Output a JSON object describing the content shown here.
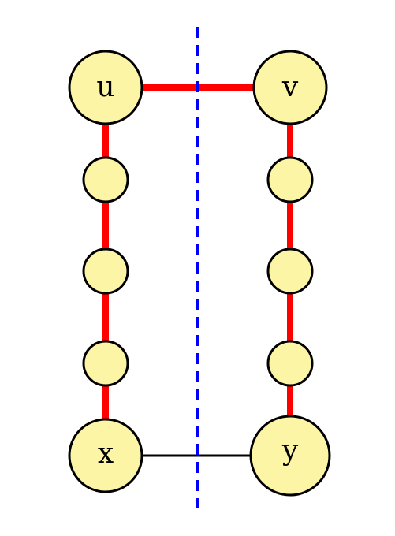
{
  "colors": {
    "background": "#ffffff",
    "node_fill": "#fdf5a6",
    "node_stroke": "#000000",
    "path_edge": "#ff0000",
    "plain_edge": "#000000",
    "cut_line": "#0000ff"
  },
  "nodes": {
    "u": {
      "label": "u"
    },
    "v": {
      "label": "v"
    },
    "x": {
      "label": "x"
    },
    "y": {
      "label": "y"
    }
  },
  "edges": [
    {
      "from": "u",
      "to": "v",
      "style": "red"
    },
    {
      "from": "u",
      "to": "x",
      "style": "red",
      "intermediate_nodes": 3
    },
    {
      "from": "v",
      "to": "y",
      "style": "red",
      "intermediate_nodes": 3
    },
    {
      "from": "x",
      "to": "y",
      "style": "black"
    }
  ],
  "cut_line": {
    "style": "dashed"
  }
}
